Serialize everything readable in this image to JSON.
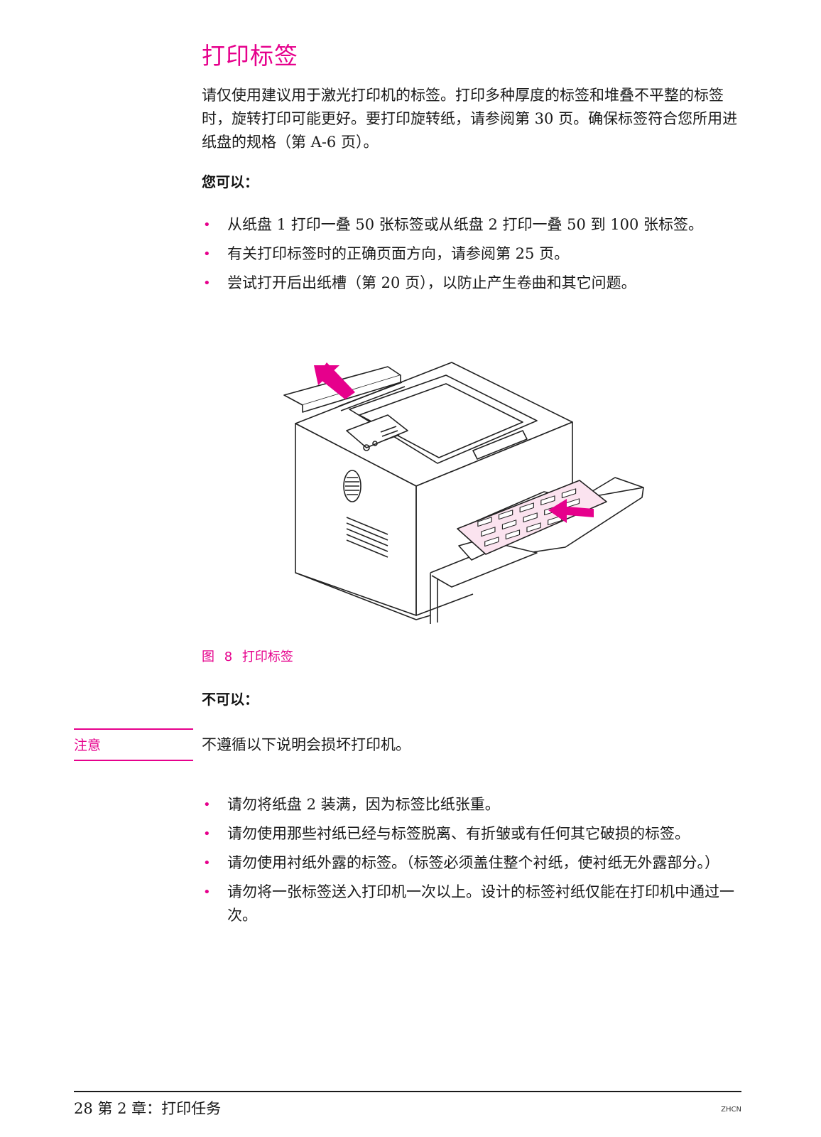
{
  "title": "打印标签",
  "intro": "请仅使用建议用于激光打印机的标签。打印多种厚度的标签和堆叠不平整的标签时，旋转打印可能更好。要打印旋转纸，请参阅第 30 页。确保标签符合您所用进纸盘的规格（第 A-6 页）。",
  "can_heading": "您可以：",
  "can_items": [
    "从纸盘 1 打印一叠 50 张标签或从纸盘 2 打印一叠 50 到 100 张标签。",
    "有关打印标签时的正确页面方向，请参阅第 25 页。",
    "尝试打开后出纸槽（第 20 页），以防止产生卷曲和其它问题。"
  ],
  "figure_caption": "图 8  打印标签",
  "cannot_heading": "不可以：",
  "note_label": "注意",
  "note_text": "不遵循以下说明会损坏打印机。",
  "cannot_items": [
    "请勿将纸盘 2 装满，因为标签比纸张重。",
    "请勿使用那些衬纸已经与标签脱离、有折皱或有任何其它破损的标签。",
    "请勿使用衬纸外露的标签。（标签必须盖住整个衬纸，使衬纸无外露部分。）",
    "请勿将一张标签送入打印机一次以上。设计的标签衬纸仅能在打印机中通过一次。"
  ],
  "footer_left": "28  第 2 章：打印任务",
  "footer_right": "ZHCN",
  "colors": {
    "accent": "#e6008c",
    "text": "#1a1a1a"
  },
  "icons": {
    "bullet": "bullet-dot-icon",
    "figure": "printer-labels-illustration"
  }
}
